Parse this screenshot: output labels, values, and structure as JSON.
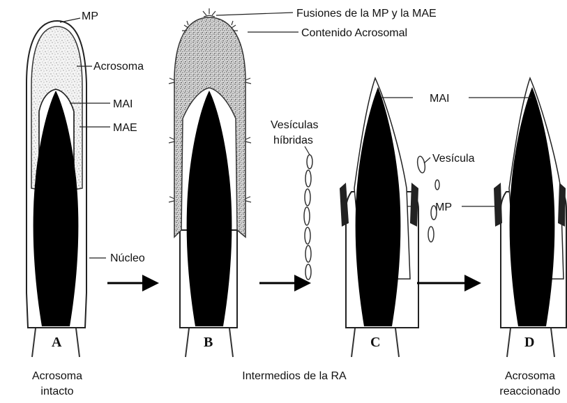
{
  "labels": {
    "mp_top": "MP",
    "acrosoma": "Acrosoma",
    "mai_a": "MAI",
    "mae_a": "MAE",
    "fusiones": "Fusiones de la MP y la MAE",
    "contenido": "Contenido Acrosomal",
    "vesiculas_line1": "Vesículas",
    "vesiculas_line2": "híbridas",
    "mai_cd": "MAI",
    "vesicula": "Vesícula",
    "mp_cd": "MP",
    "nucleo": "Núcleo"
  },
  "panels": [
    "A",
    "B",
    "C",
    "D"
  ],
  "captions": {
    "a_line1": "Acrosoma",
    "a_line2": "intacto",
    "middle": "Intermedios de la RA",
    "d_line1": "Acrosoma",
    "d_line2": "reaccionado"
  }
}
